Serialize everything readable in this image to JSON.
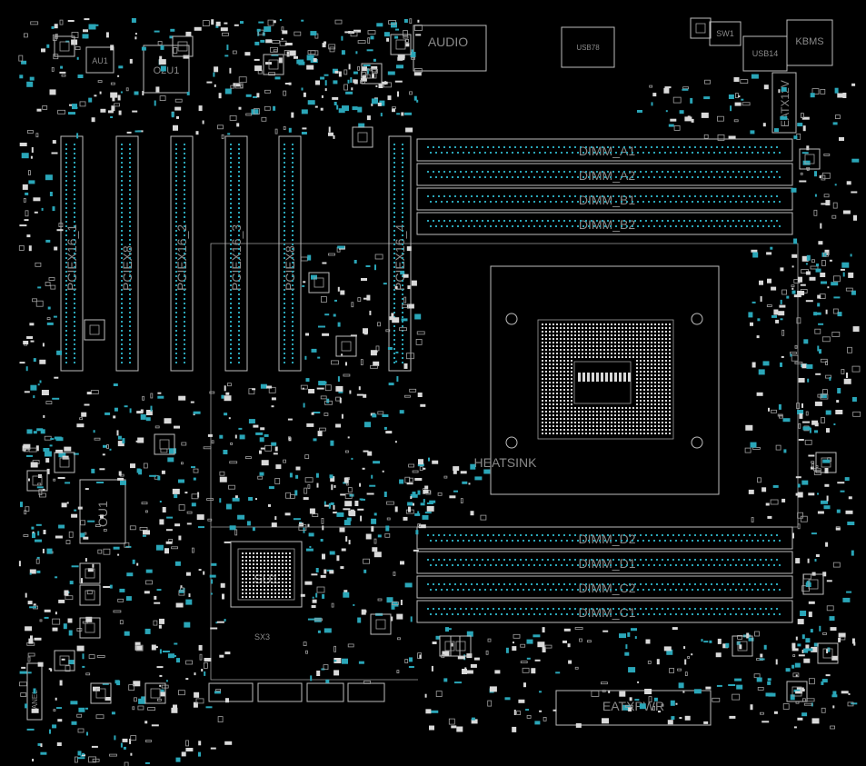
{
  "board": {
    "background": "#000000",
    "outline_color": "#bdbdbd",
    "pad_color": "#2aa6b8",
    "label_color": "#8a8a8a"
  },
  "labels": {
    "audio": "AUDIO",
    "dimm_a1": "DIMM_A1",
    "dimm_a2": "DIMM_A2",
    "dimm_b1": "DIMM_B1",
    "dimm_b2": "DIMM_B2",
    "dimm_d2": "DIMM_D2",
    "dimm_d1": "DIMM_D1",
    "dimm_c2": "DIMM_C2",
    "dimm_c1": "DIMM_C1",
    "heatsink": "HEATSINK",
    "eatxpwr": "EATXPWR",
    "su1": "SU1",
    "ou1": "OU1",
    "o2u1": "O2U1",
    "au1": "AU1",
    "kbms": "KBMS",
    "sw1": "SW1",
    "eatx12v": "EATX12V",
    "usb78": "USB78",
    "usb14": "USB14",
    "pciex16_1": "PCIEX16_1",
    "pciex16_2": "PCIEX16_2",
    "pciex16_3": "PCIEX16_3",
    "pciex16_4": "PCIEX16_4",
    "pciex8_5": "PCIEX8",
    "pciex8_6": "PCIEX8",
    "panel": "PANEL",
    "sx3": "SX3"
  },
  "icons": {
    "mounting_hole": "mounting-hole-icon",
    "chip": "chip-icon"
  }
}
